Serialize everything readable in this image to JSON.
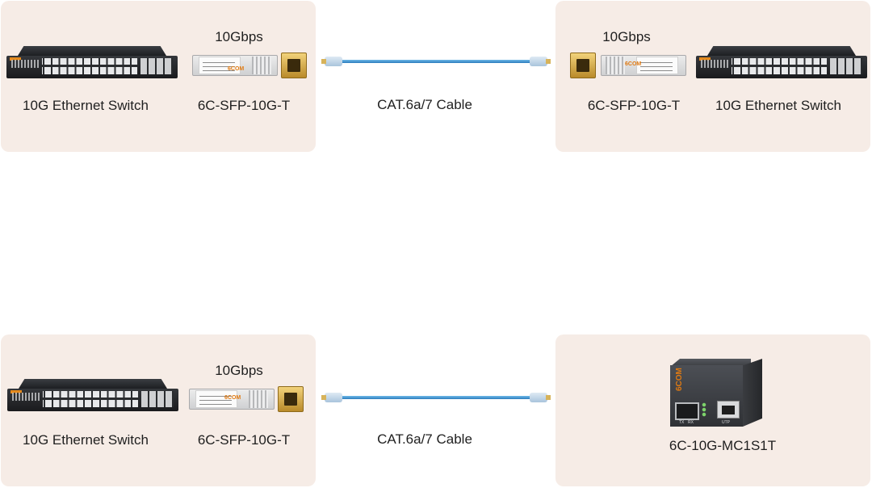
{
  "row1": {
    "left": {
      "speed": "10Gbps",
      "switch_label": "10G Ethernet Switch",
      "module_label": "6C-SFP-10G-T"
    },
    "cable_label": "CAT.6a/7 Cable",
    "right": {
      "speed": "10Gbps",
      "module_label": "6C-SFP-10G-T",
      "switch_label": "10G Ethernet Switch"
    }
  },
  "row2": {
    "left": {
      "speed": "10Gbps",
      "switch_label": "10G Ethernet Switch",
      "module_label": "6C-SFP-10G-T"
    },
    "cable_label": "CAT.6a/7 Cable",
    "right": {
      "device_label": "6C-10G-MC1S1T"
    }
  },
  "device_markings": {
    "module_brand": "6COM",
    "converter_brand": "6COM",
    "converter_tx": "TX",
    "converter_rx": "RX",
    "converter_utp": "UTP"
  },
  "colors": {
    "panel": "#f6ece6",
    "cable": "#2c7dbd",
    "brand_orange": "#e07a12"
  }
}
